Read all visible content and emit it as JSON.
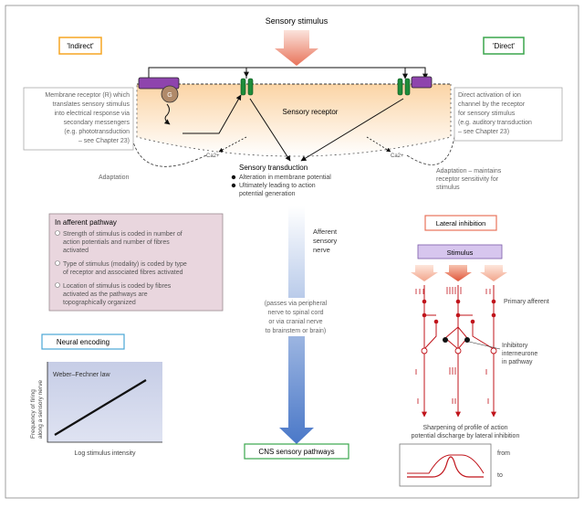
{
  "top": {
    "stimulus_title": "Sensory stimulus",
    "indirect_label": "'Indirect'",
    "direct_label": "'Direct'",
    "membrane_receptor_note": [
      "Membrane receptor (R) which",
      "translates sensory stimulus",
      "into electrical response via",
      "secondary messengers",
      "(e.g. phototransduction",
      "– see Chapter 23)"
    ],
    "direct_note": [
      "Direct activation of ion",
      "channel by the receptor",
      "for sensory stimulus",
      "(e.g. auditory transduction",
      "– see Chapter 23)"
    ],
    "receptor_g_label": "G",
    "sensory_receptor_label": "Sensory receptor",
    "ca_left": "Ca2+",
    "ca_right": "Ca2+",
    "adaptation_left": "Adaptation",
    "adaptation_right": [
      "Adaptation – maintains",
      "receptor sensitivity for",
      "stimulus"
    ]
  },
  "transduction": {
    "title": "Sensory transduction",
    "bullet1": "Alteration in membrane potential",
    "bullet2": "Ultimately leading to action",
    "bullet2b": "potential generation"
  },
  "middle": {
    "afferent_label": [
      "Afferent",
      "sensory",
      "nerve"
    ],
    "passes_note": [
      "(passes via peripheral",
      "nerve to spinal cord",
      "or via cranial nerve",
      "to brainstem or brain)"
    ],
    "cns_label": "CNS sensory pathways"
  },
  "afferent_pathway": {
    "title": "In afferent pathway",
    "items": [
      [
        "Strength of stimulus is coded in number of",
        "action potentials and number of fibres",
        "activated"
      ],
      [
        "Type of stimulus (modality) is coded by type",
        "of receptor and associated fibres activated"
      ],
      [
        "Location of stimulus is coded by fibres",
        "activated as the pathways are",
        "topographically organized"
      ]
    ]
  },
  "neural_encoding": {
    "title": "Neural encoding",
    "law": "Weber–Fechner law",
    "ylabel": [
      "Frequency of firing",
      "along a sensory nerve"
    ],
    "xlabel": "Log stimulus intensity"
  },
  "lateral_inhibition": {
    "title": "Lateral inhibition",
    "stimulus": "Stimulus",
    "primary_afferent": "Primary afferent",
    "interneurone": [
      "Inhibitory",
      "interneurone",
      "in pathway"
    ],
    "sharpening": [
      "Sharpening of profile of action",
      "potential discharge by lateral inhibition"
    ],
    "from": "from",
    "to": "to"
  },
  "colors": {
    "orange_arrow": "#e8735a",
    "receptor_purple": "#8e44ad",
    "channel_green": "#1e8c3a",
    "indirect_border": "#f5a623",
    "direct_border": "#3aa64c",
    "nerve_blue": "#4a78c8",
    "pathway_red": "#c0141b",
    "pink_box": "#e9d6de",
    "encoding_bg": "#c4cbe4"
  }
}
